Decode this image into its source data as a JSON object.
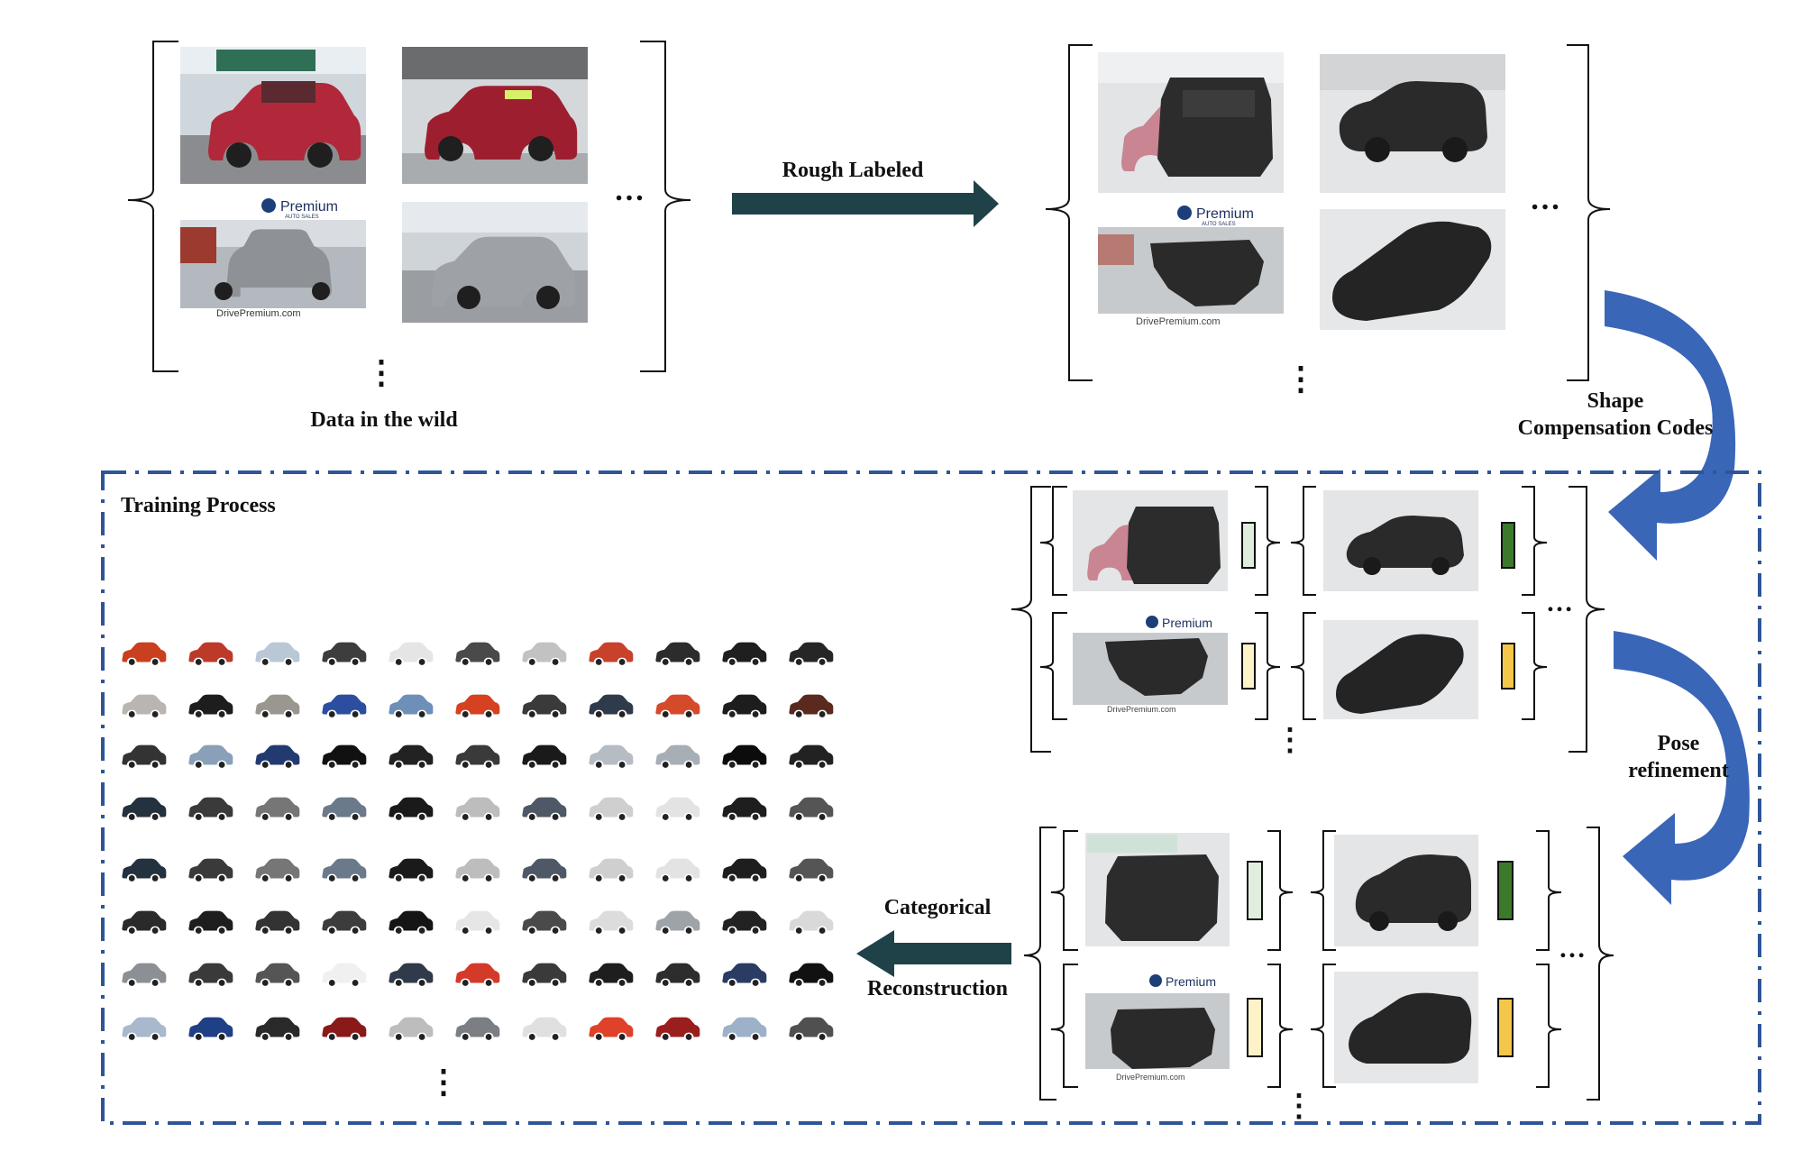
{
  "labels": {
    "data_in_wild": "Data in the wild",
    "rough_labeled": "Rough Labeled",
    "shape_line1": "Shape",
    "shape_line2": "Compensation Codes",
    "training_process": "Training Process",
    "pose_line1": "Pose",
    "pose_line2": "refinement",
    "categorical": "Categorical",
    "reconstruction": "Reconstruction",
    "ellipsis_h": "…",
    "ellipsis_v": "⋮"
  },
  "logo": {
    "brand": "Premium",
    "sub": "AUTO SALES",
    "site": "DrivePremium.com"
  },
  "colors": {
    "arrow_dark": "#1f4248",
    "arrow_blue": "#3a66b8",
    "dash_border": "#2e5597",
    "code_light_green": "#dfeedd",
    "code_dark_green": "#3b7a2b",
    "code_light_yellow": "#fdf2c8",
    "code_dark_yellow": "#f4c64a",
    "car_red": "#b1283a",
    "car_silver": "#a7a9ad",
    "mesh_dark": "#2c2c2c"
  },
  "grid_car_colors": [
    [
      "#c9401f",
      "#bd3a28",
      "#b9c7d6",
      "#3d3d3d",
      "#e5e5e5",
      "#4a4a4a",
      "#c2c2c2",
      "#c8412a",
      "#2c2c2c",
      "#1f1f1f",
      "#262626"
    ],
    [
      "#b9b5b0",
      "#1d1d1d",
      "#9a9690",
      "#2b4ea0",
      "#6e8fb7",
      "#d44222",
      "#3a3a3a",
      "#2f3a4a",
      "#d64a2c",
      "#1d1d1d",
      "#5a2a1e"
    ],
    [
      "#333333",
      "#8aa0b8",
      "#233a70",
      "#111111",
      "#222222",
      "#3a3a3a",
      "#1a1a1a",
      "#b6bcc3",
      "#a8aeb5",
      "#0c0c0c",
      "#222222"
    ],
    [
      "#24313f",
      "#3a3a3a",
      "#767676",
      "#6a7a8a",
      "#1a1a1a",
      "#bdbdbd",
      "#4f5866",
      "#cfcfcf",
      "#e3e3e3",
      "#1e1e1e",
      "#555555"
    ],
    [
      "#24313f",
      "#3a3a3a",
      "#767676",
      "#6a7a8a",
      "#1a1a1a",
      "#bdbdbd",
      "#4f5866",
      "#cfcfcf",
      "#e3e3e3",
      "#1e1e1e",
      "#555555"
    ],
    [
      "#2a2a2a",
      "#1e1e1e",
      "#333333",
      "#3c3c3c",
      "#151515",
      "#e6e6e6",
      "#4a4a4a",
      "#dcdcdc",
      "#9ea3a8",
      "#222222",
      "#d9d9d9"
    ],
    [
      "#8c8f94",
      "#3a3a3a",
      "#555555",
      "#f0f0f0",
      "#2f3a4a",
      "#d43a2a",
      "#3a3a3a",
      "#1e1e1e",
      "#2d2d2d",
      "#2a3c63",
      "#111111"
    ],
    [
      "#a9b8cc",
      "#1f3f86",
      "#2a2a2a",
      "#8a1a1a",
      "#bdbdbd",
      "#7b7f84",
      "#e0e0e0",
      "#e0412a",
      "#9b1e1e",
      "#9db1c8",
      "#505050"
    ]
  ]
}
